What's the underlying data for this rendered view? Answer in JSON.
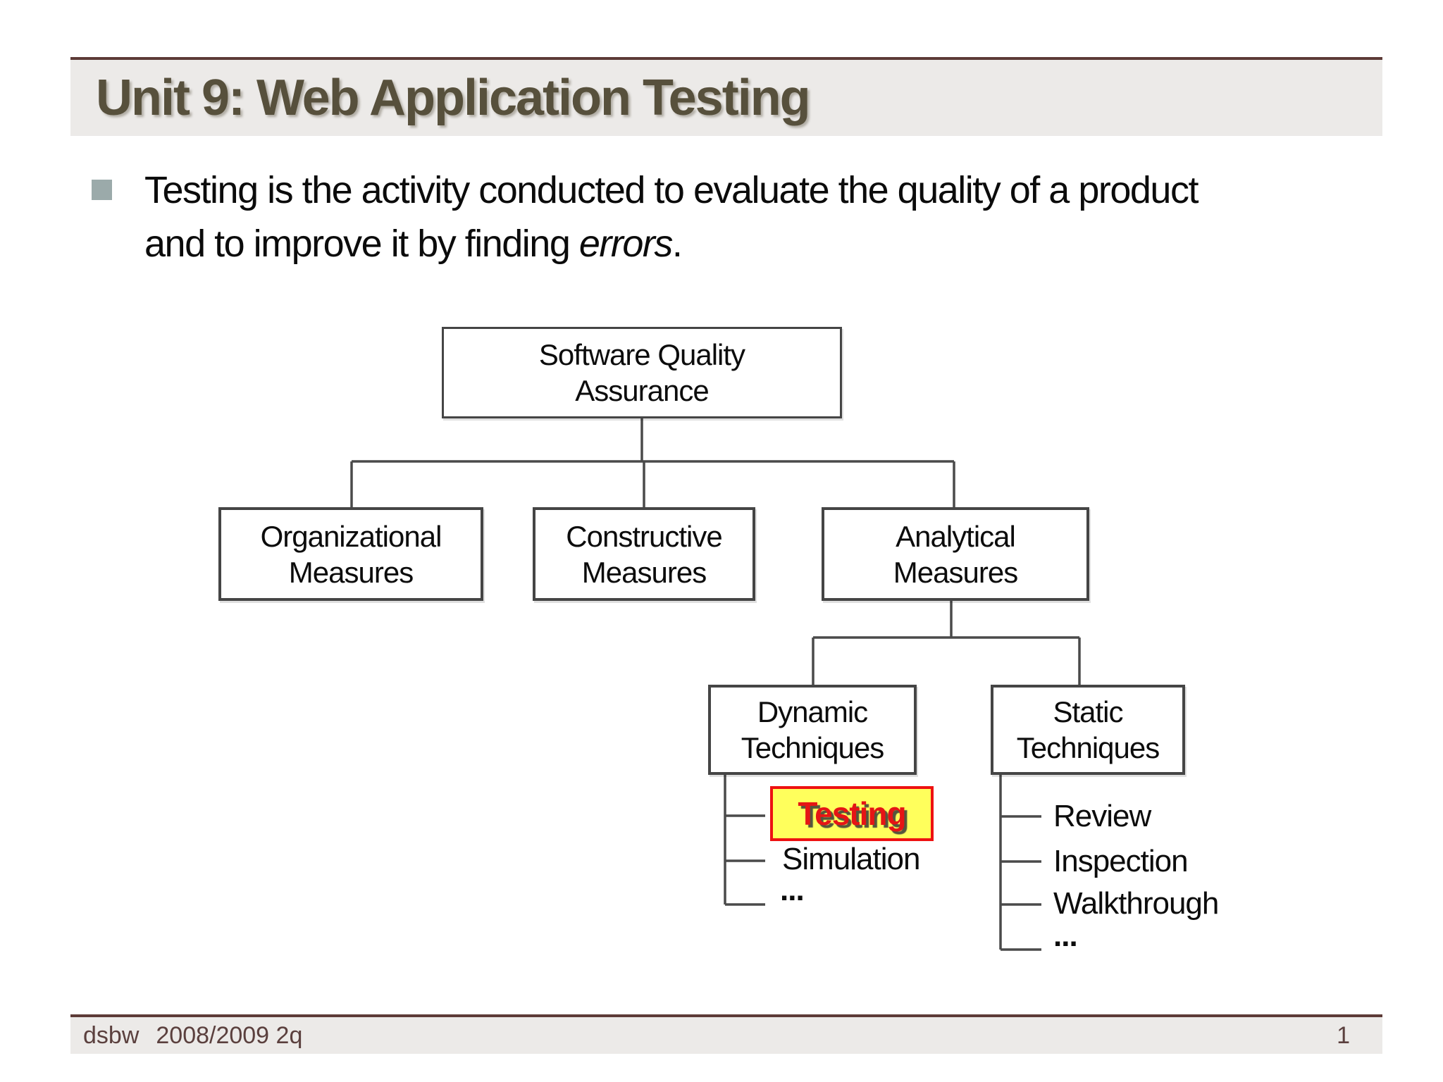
{
  "slide": {
    "title": "Unit 9: Web Application Testing",
    "bullet": {
      "line1": "Testing is the activity conducted to evaluate the quality of a product",
      "line2_prefix": "and to improve it by finding ",
      "line2_italic": "errors",
      "line2_suffix": "."
    },
    "footer": {
      "left1": "dsbw",
      "left2": "2008/2009 2q",
      "page_number": "1"
    }
  },
  "diagram": {
    "nodes": {
      "sqa": {
        "line1": "Software Quality",
        "line2": "Assurance"
      },
      "organizational": {
        "line1": "Organizational",
        "line2": "Measures"
      },
      "constructive": {
        "line1": "Constructive",
        "line2": "Measures"
      },
      "analytical": {
        "line1": "Analytical",
        "line2": "Measures"
      },
      "dynamic": {
        "line1": "Dynamic",
        "line2": "Techniques"
      },
      "static": {
        "line1": "Static",
        "line2": "Techniques"
      }
    },
    "dynamic_items": [
      {
        "label": "Testing",
        "highlighted": true
      },
      {
        "label": "Simulation",
        "highlighted": false
      },
      {
        "label": "...",
        "highlighted": false
      }
    ],
    "static_items": [
      {
        "label": "Review"
      },
      {
        "label": "Inspection"
      },
      {
        "label": "Walkthrough"
      },
      {
        "label": "..."
      }
    ]
  },
  "colors": {
    "accent_rule": "#5d3b37",
    "bar_bg": "#eceae8",
    "title_text": "#57503c",
    "footer_text": "#5b403e",
    "bullet_square": "#9baaaa",
    "box_border": "#454545",
    "line": "#4a4a4a",
    "highlight_bg": "#ffff5c",
    "highlight_border": "#ee1111",
    "highlight_text": "#e51515"
  }
}
